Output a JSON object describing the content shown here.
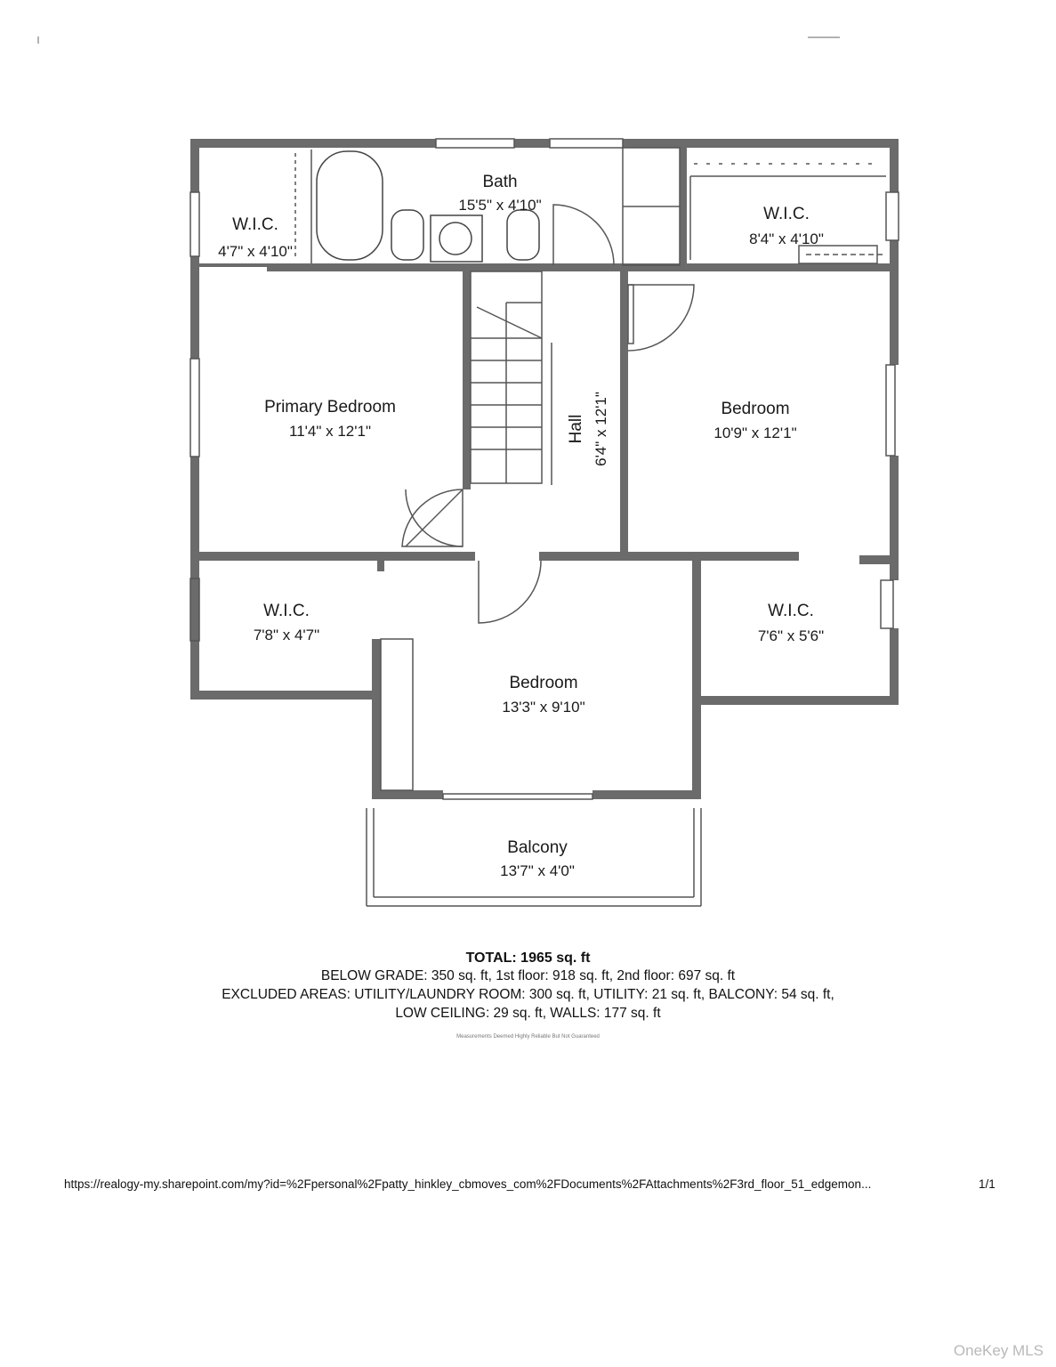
{
  "rooms": {
    "wic_top_left": {
      "name": "W.I.C.",
      "dims": "4'7\" x 4'10\""
    },
    "bath": {
      "name": "Bath",
      "dims": "15'5\" x 4'10\""
    },
    "wic_top_right": {
      "name": "W.I.C.",
      "dims": "8'4\" x 4'10\""
    },
    "primary_bedroom": {
      "name": "Primary Bedroom",
      "dims": "11'4\" x 12'1\""
    },
    "hall": {
      "name": "Hall",
      "dims": "6'4\" x 12'1\""
    },
    "bedroom_right": {
      "name": "Bedroom",
      "dims": "10'9\" x 12'1\""
    },
    "wic_bottom_left": {
      "name": "W.I.C.",
      "dims": "7'8\" x 4'7\""
    },
    "wic_bottom_right": {
      "name": "W.I.C.",
      "dims": "7'6\" x 5'6\""
    },
    "bedroom_bottom": {
      "name": "Bedroom",
      "dims": "13'3\" x 9'10\""
    },
    "balcony": {
      "name": "Balcony",
      "dims": "13'7\" x 4'0\""
    }
  },
  "summary": {
    "total": "TOTAL: 1965 sq. ft",
    "line1": "BELOW GRADE: 350 sq. ft, 1st floor: 918 sq. ft, 2nd floor: 697 sq. ft",
    "line2": "EXCLUDED AREAS: UTILITY/LAUNDRY ROOM: 300 sq. ft, UTILITY: 21 sq. ft, BALCONY: 54 sq. ft,",
    "line3": "LOW CEILING: 29 sq. ft, WALLS: 177 sq. ft",
    "fine_print": "Measurements Deemed Highly Reliable But Not Guaranteed"
  },
  "footer": {
    "url": "https://realogy-my.sharepoint.com/my?id=%2Fpersonal%2Fpatty_hinkley_cbmoves_com%2FDocuments%2FAttachments%2F3rd_floor_51_edgemon...",
    "page": "1/1"
  },
  "watermark": "OneKey MLS",
  "colors": {
    "wall": "#6b6b6b",
    "text": "#1a1a1a"
  }
}
